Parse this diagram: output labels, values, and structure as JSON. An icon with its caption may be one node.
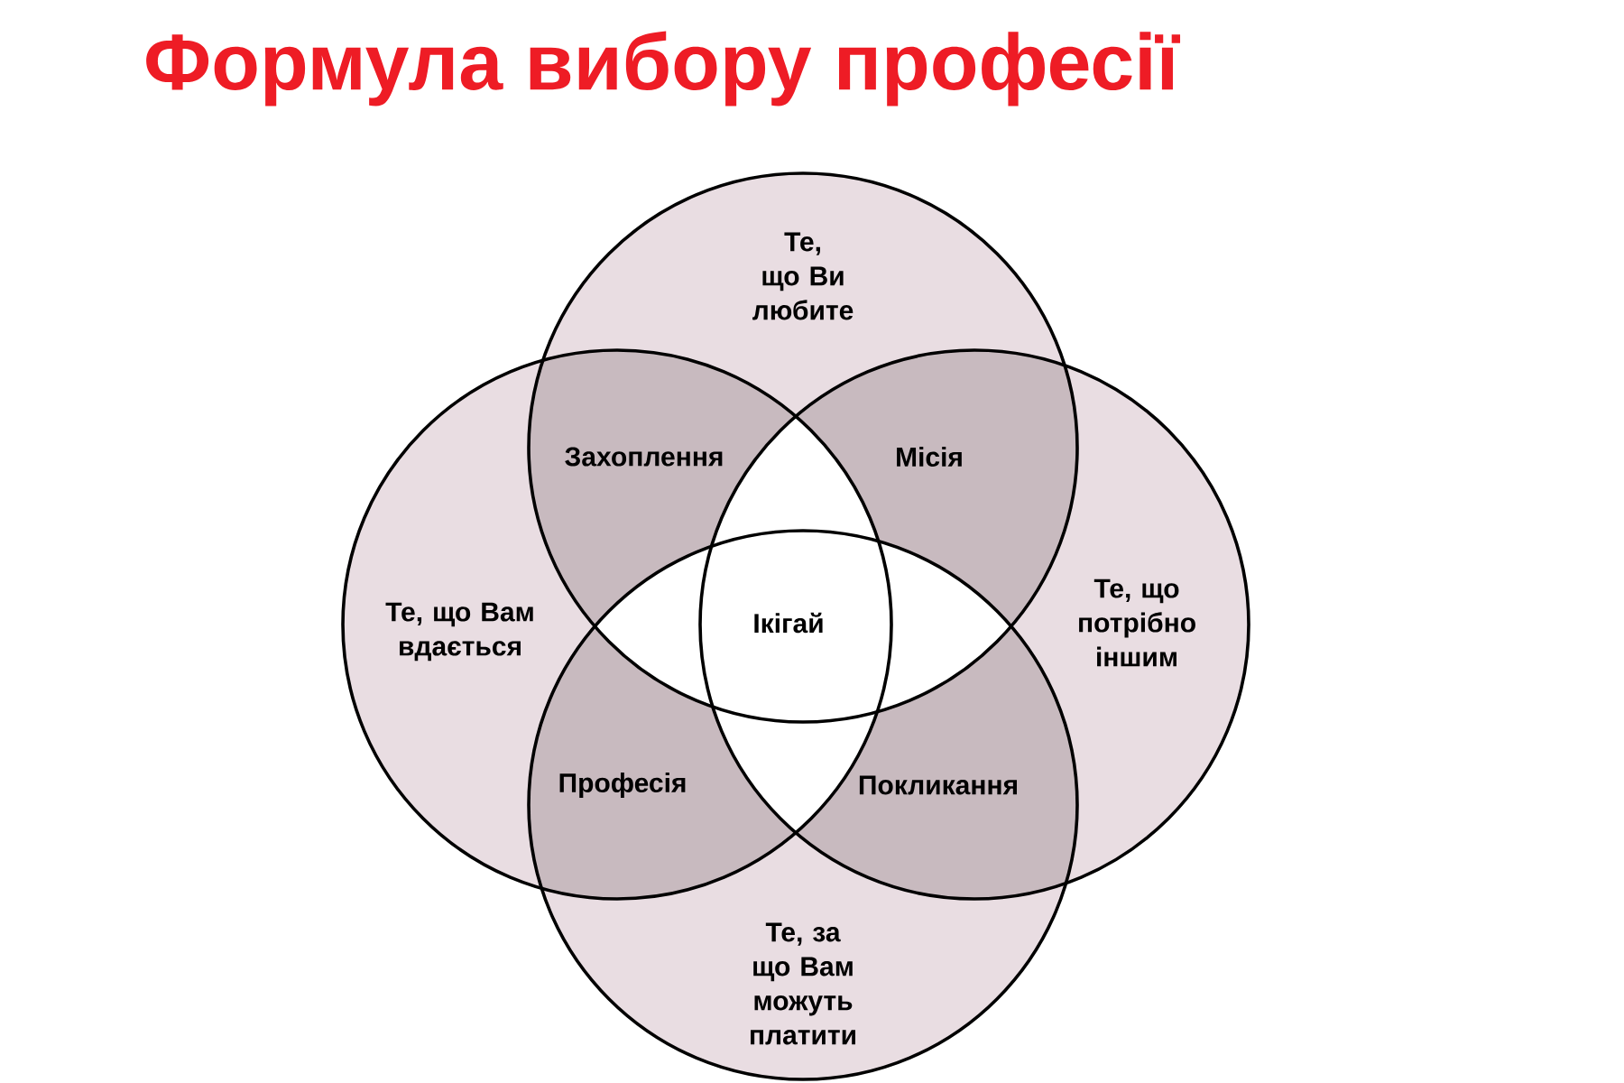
{
  "diagram": {
    "title": "Формула вибору професії",
    "nodes": [
      {
        "text": [
          "Те, що Ви любите"
        ]
      },
      {
        "text": [
          "Те, що Вам вдається"
        ]
      },
      {
        "text": [
          "Те, що потрібно іншим"
        ]
      },
      {
        "text": [
          "Те, за що Вам можуть платити"
        ]
      }
    ],
    "labels": [
      "Захоплення",
      "Місія",
      "Ікігай",
      "Професія",
      "Покликання"
    ]
  }
}
